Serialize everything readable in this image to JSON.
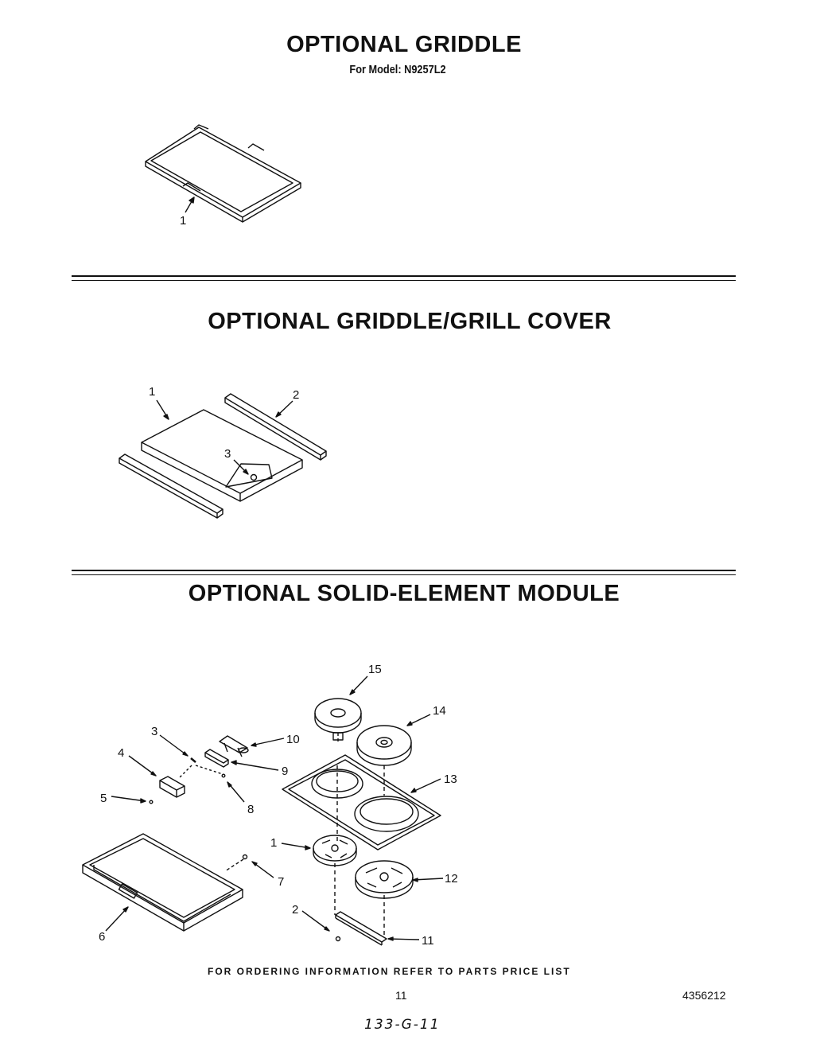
{
  "sections": {
    "griddle": {
      "title": "OPTIONAL GRIDDLE",
      "model_line": "For Model: N9257L2",
      "callouts": [
        "1"
      ]
    },
    "cover": {
      "title": "OPTIONAL GRIDDLE/GRILL COVER",
      "callouts": [
        "1",
        "2",
        "3"
      ]
    },
    "module": {
      "title": "OPTIONAL SOLID-ELEMENT MODULE",
      "callouts": [
        "1",
        "2",
        "3",
        "4",
        "5",
        "6",
        "7",
        "8",
        "9",
        "10",
        "11",
        "12",
        "13",
        "14",
        "15"
      ]
    }
  },
  "footer": {
    "ordering_note": "FOR ORDERING INFORMATION REFER TO PARTS PRICE LIST",
    "page_number": "11",
    "part_number": "4356212",
    "handwritten": "133-G-11"
  }
}
